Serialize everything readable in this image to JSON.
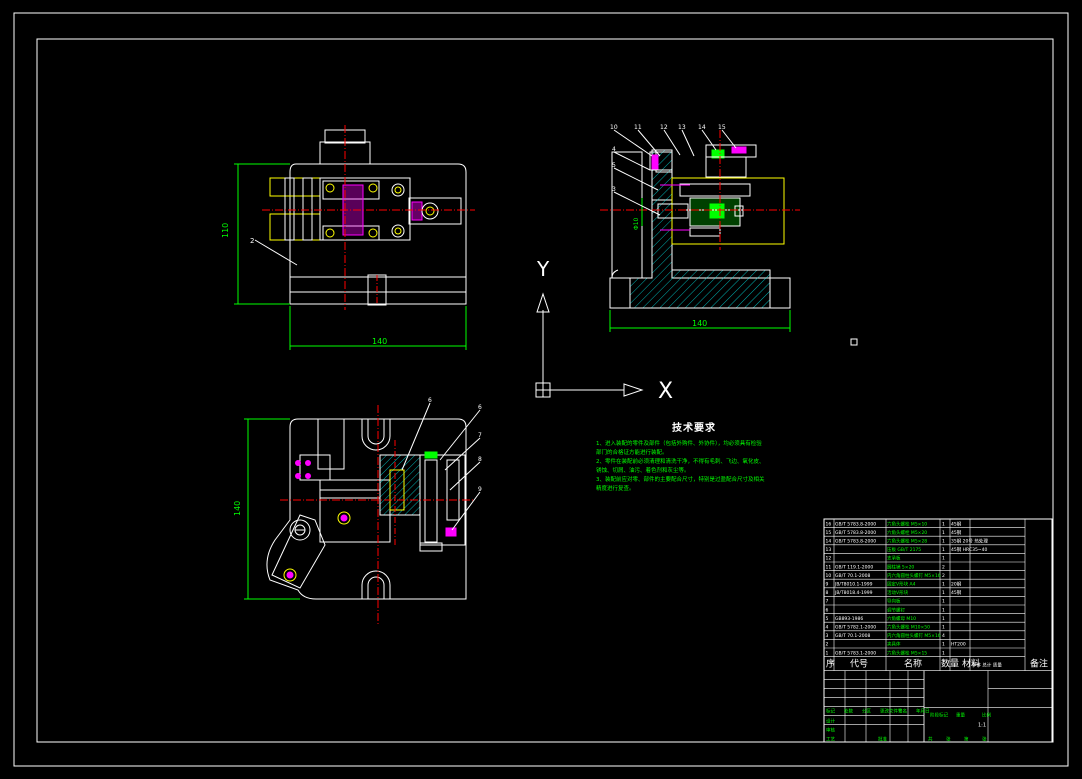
{
  "drawing": {
    "technical_requirements_title": "技术要求",
    "technical_requirements": [
      "1、进入装配的零件及部件（包括外购件、外协件），均必须具有检验",
      "部门的合格证方能进行装配。",
      "2、零件在装配前必须清理和清洗干净，不得有毛刺、飞边、氧化皮、",
      "锈蚀、切屑、油污、着色剂和灰尘等。",
      "3、装配前应对零、部件的主要配合尺寸，特别是过盈配合尺寸及相关",
      "精度进行复查。"
    ],
    "dimensions": {
      "top_view_width": "140",
      "top_view_height": "110",
      "side_view_width": "140",
      "side_view_small": "Φ10",
      "front_view_height": "140"
    },
    "axis_labels": {
      "y": "Y",
      "x": "X"
    },
    "leader_numbers": {
      "top_view": [
        "2"
      ],
      "side_view_top": [
        "10",
        "11",
        "12",
        "13",
        "14",
        "15"
      ],
      "side_view_left": [
        "4",
        "5",
        "3"
      ],
      "front_view": [
        "6",
        "6",
        "7",
        "8",
        "9"
      ]
    },
    "title_block": {
      "header": [
        "序",
        "代号",
        "名称",
        "数量",
        "材料",
        "单件 总计 质量",
        "备注"
      ],
      "rows": [
        {
          "no": "16",
          "code": "GB/T 5783.8-2000",
          "name": "六角头螺栓 M5×10",
          "qty": "1",
          "mat": "45钢",
          "note": ""
        },
        {
          "no": "15",
          "code": "GB/T 5783.8-2000",
          "name": "六角头螺栓 M5×20",
          "qty": "1",
          "mat": "45钢",
          "note": ""
        },
        {
          "no": "14",
          "code": "GB/T 5783.8-2000",
          "name": "六角头螺栓 M5×28",
          "qty": "1",
          "mat": "35钢 20号 热处理",
          "note": ""
        },
        {
          "no": "13",
          "code": "",
          "name": "压板 GB/T 2175",
          "qty": "1",
          "mat": "45钢 HRC35~40",
          "note": ""
        },
        {
          "no": "12",
          "code": "",
          "name": "支承板",
          "qty": "1",
          "mat": "",
          "note": ""
        },
        {
          "no": "11",
          "code": "GB/T 119.1-2000",
          "name": "圆柱销 5×20",
          "qty": "2",
          "mat": "",
          "note": ""
        },
        {
          "no": "10",
          "code": "GB/T 70.1-2008",
          "name": "内六角圆柱头螺钉 M5×16",
          "qty": "2",
          "mat": "",
          "note": ""
        },
        {
          "no": "9",
          "code": "JB/T8010.1-1999",
          "name": "固定V形块 A4",
          "qty": "1",
          "mat": "20钢",
          "note": ""
        },
        {
          "no": "8",
          "code": "JB/T8018.4-1999",
          "name": "活动V形块",
          "qty": "1",
          "mat": "45钢",
          "note": ""
        },
        {
          "no": "7",
          "code": "",
          "name": "导向板",
          "qty": "1",
          "mat": "",
          "note": ""
        },
        {
          "no": "6",
          "code": "",
          "name": "调节螺钉",
          "qty": "1",
          "mat": "",
          "note": ""
        },
        {
          "no": "5",
          "code": "GB893-1986",
          "name": "六角螺母 M10",
          "qty": "1",
          "mat": "",
          "note": ""
        },
        {
          "no": "4",
          "code": "GB/T 5782.1-2000",
          "name": "六角头螺栓 M10×50",
          "qty": "1",
          "mat": "",
          "note": ""
        },
        {
          "no": "3",
          "code": "GB/T 70.1-2008",
          "name": "内六角圆柱头螺钉 M5×16",
          "qty": "4",
          "mat": "",
          "note": ""
        },
        {
          "no": "2",
          "code": "",
          "name": "夹具体",
          "qty": "1",
          "mat": "HT200",
          "note": ""
        },
        {
          "no": "1",
          "code": "GB/T 5783.1-2000",
          "name": "六角头螺栓 M5×15",
          "qty": "1",
          "mat": "",
          "note": ""
        }
      ],
      "footer_row": [
        "标记",
        "处数",
        "分区",
        "更改文件号",
        "签名",
        "年月日"
      ],
      "stage_labels": [
        "阶段标记",
        "重量",
        "比例"
      ],
      "scale": "1:1",
      "bottom_row": [
        "共",
        "张",
        "第",
        "张"
      ],
      "design_label": "设计",
      "review_label": "审核",
      "process_label": "工艺",
      "approve_label": "批准"
    }
  },
  "colors": {
    "background": "#000000",
    "frame": "#ffffff",
    "outline": "#ffffff",
    "centerline": "#ff0000",
    "dimension": "#00ff00",
    "hidden": "#ffff00",
    "hatch": "#00ffff",
    "magenta": "#ff00ff",
    "title_text": "#00ff00"
  }
}
